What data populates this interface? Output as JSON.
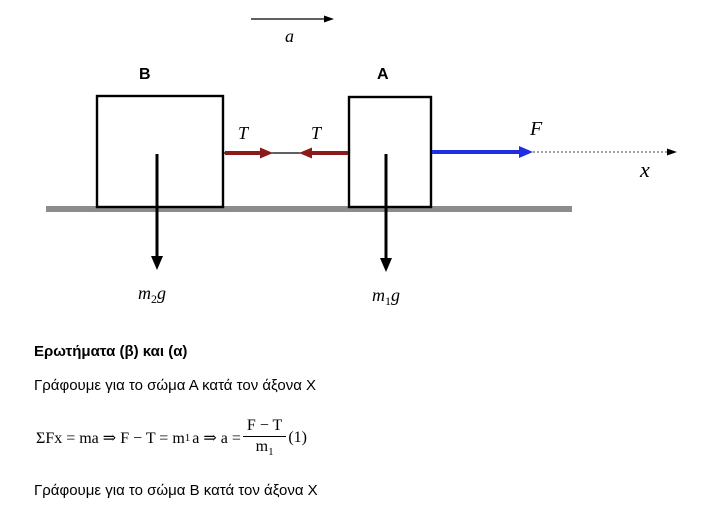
{
  "diagram": {
    "accel_label": "a",
    "block_b_label": "B",
    "block_a_label": "A",
    "tension_left_label": "T",
    "tension_right_label": "T",
    "force_label": "F",
    "axis_label": "x",
    "weight_b_label": {
      "m": "m",
      "sub": "2",
      "g": "g"
    },
    "weight_a_label": {
      "m": "m",
      "sub": "1",
      "g": "g"
    },
    "colors": {
      "tension": "#8b1a1a",
      "force": "#1f2ee0",
      "ground": "#8c8c8c",
      "line": "#000000"
    }
  },
  "text": {
    "heading": "Ερωτήματα  (β) και (α)",
    "line1": "Γράφουμε για το σώμα Α κατά τον άξονα Χ",
    "equation": {
      "lhs": "ΣFx = ma ⇒ F − T = m",
      "lhs_sub": "1",
      "mid": "a ⇒ a =",
      "num": "F − T",
      "den": "m",
      "den_sub": "1",
      "tag": "(1)"
    },
    "line2": "Γράφουμε για το σώμα Β κατά τον άξονα Χ"
  }
}
